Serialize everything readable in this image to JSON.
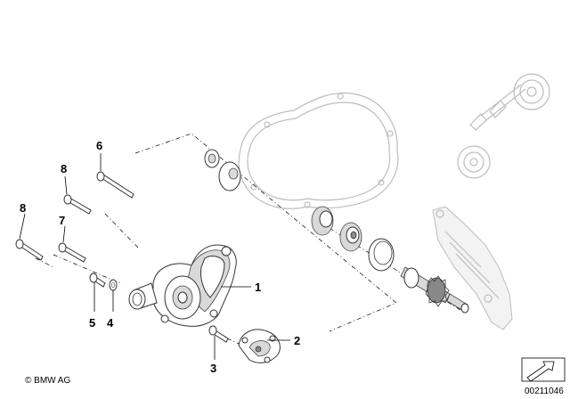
{
  "callouts": {
    "c1": "1",
    "c2": "2",
    "c3": "3",
    "c4": "4",
    "c5": "5",
    "c6": "6",
    "c7": "7",
    "c8a": "8",
    "c8b": "8"
  },
  "footer": {
    "copyright": "© BMW AG",
    "diagram_number": "00211046"
  },
  "icons": {
    "view_arrow": "view-direction-arrow-icon"
  }
}
